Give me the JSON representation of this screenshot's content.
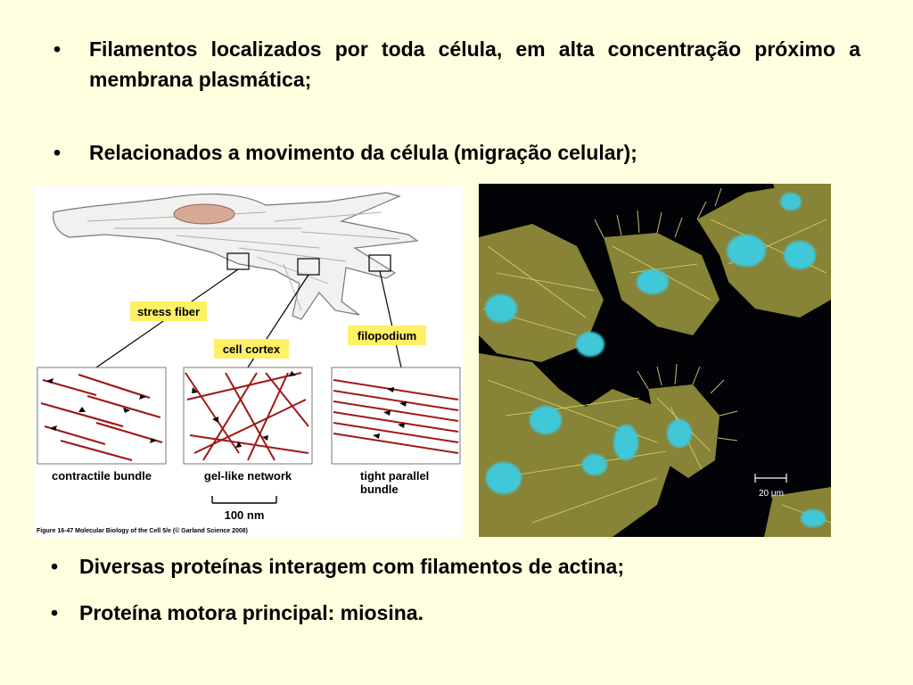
{
  "bullets": {
    "b1": "Filamentos localizados por toda célula, em alta concentração próximo a membrana plasmática;",
    "b2": "Relacionados a movimento da célula (migração celular);",
    "b3": "Diversas proteínas interagem com filamentos de actina;",
    "b4": "Proteína motora principal: miosina.",
    "marker": "•"
  },
  "diagram": {
    "label_stress": "stress fiber",
    "label_cortex": "cell cortex",
    "label_filo": "filopodium",
    "cap_contractile": "contractile bundle",
    "cap_gel": "gel-like network",
    "cap_tight_1": "tight parallel",
    "cap_tight_2": "bundle",
    "scale": "100 nm",
    "figure_caption": "Figure 16-47  Molecular Biology of the Cell 5/e (© Garland Science 2008)",
    "label_color": "#FFF066",
    "filament_color": "#A01818"
  },
  "micrograph": {
    "scale": "20 μm",
    "actin_color": "#E6E06A",
    "nucleus_color": "#3FC7D8"
  }
}
